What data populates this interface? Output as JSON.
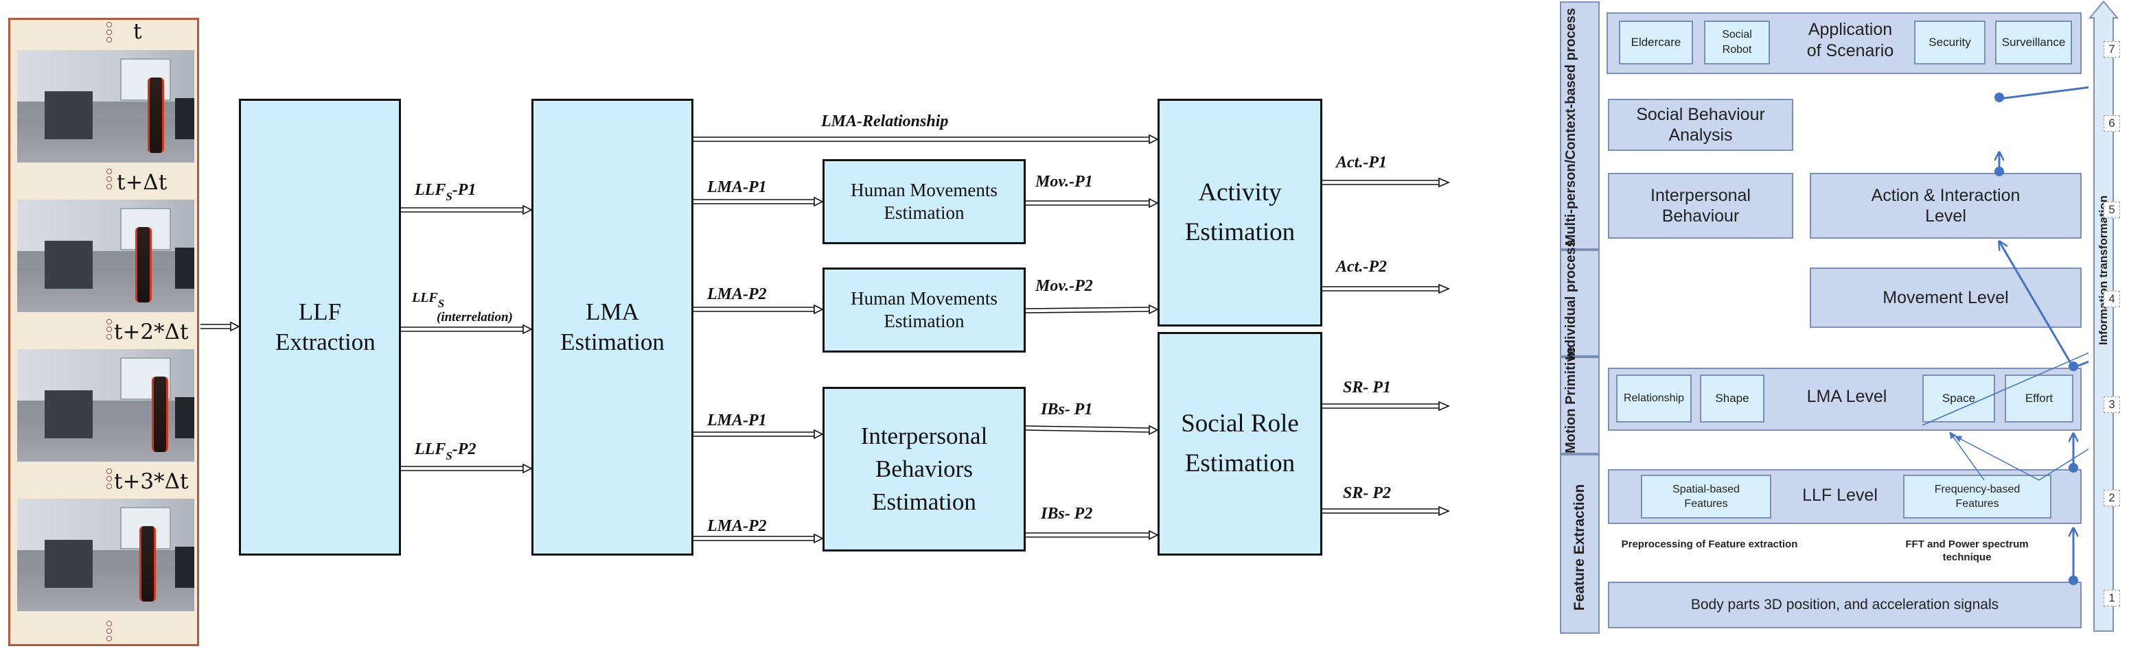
{
  "left_diagram": {
    "time_labels": [
      "t",
      "t+Δt",
      "t+2*Δt",
      "t+3*Δt"
    ],
    "blocks": {
      "llf_extraction": "LLF Extraction",
      "lma_estimation": "LMA Estimation",
      "hme1": "Human Movements Estimation",
      "hme2": "Human Movements Estimation",
      "ibe": "Interpersonal Behaviors Estimation",
      "activity": "Activity Estimation",
      "social_role": "Social Role Estimation"
    },
    "edges": {
      "llfs_p1": "LLF",
      "llfs_p1_sub": "S",
      "llfs_p1_tail": "-P1",
      "llfs_inter": "LLF",
      "llfs_inter_sub": "S",
      "llfs_inter_tail": "(interrelation)",
      "llfs_p2": "LLF",
      "llfs_p2_sub": "S",
      "llfs_p2_tail": "-P2",
      "lma_relationship": "LMA-Relationship",
      "lma_p1_a": "LMA-P1",
      "lma_p2_a": "LMA-P2",
      "lma_p1_b": "LMA-P1",
      "lma_p2_b": "LMA-P2",
      "mov_p1": "Mov.-P1",
      "mov_p2": "Mov.-P2",
      "ibs_p1": "IBs- P1",
      "ibs_p2": "IBs- P2",
      "act_p1": "Act.-P1",
      "act_p2": "Act.-P2",
      "sr_p1": "SR- P1",
      "sr_p2": "SR- P2"
    }
  },
  "right_diagram": {
    "side_labels": {
      "multi": "Multi-person/Context-based process",
      "individual": "Individual process",
      "motion": "Motion Primitive",
      "feature": "Feature Extraction"
    },
    "info_transformation": "Information transformation",
    "level_numbers": [
      "7",
      "6",
      "5",
      "4",
      "3",
      "2",
      "1"
    ],
    "application": {
      "title_line1": "Application",
      "title_line2": "of Scenario",
      "items": [
        "Eldercare",
        "Social Robot",
        "Security",
        "Surveillance"
      ]
    },
    "social_behaviour_analysis": "Social Behaviour Analysis",
    "interpersonal_behaviour": "Interpersonal Behaviour",
    "action_interaction": "Action & Interaction Level",
    "movement_level": "Movement Level",
    "lma_level": {
      "title": "LMA Level",
      "items": [
        "Relationship",
        "Shape",
        "Space",
        "Effort"
      ]
    },
    "llf_level": {
      "title": "LLF Level",
      "spatial": "Spatial-based Features",
      "frequency": "Frequency-based Features"
    },
    "preprocessing_note": "Preprocessing of Feature extraction",
    "fft_note": "FFT and Power spectrum technique",
    "body_parts": "Body parts 3D position, and acceleration signals"
  },
  "colors": {
    "block_fill": "#cdeefc",
    "right_box_fill": "#c9d6ee",
    "right_inner_fill": "#d7f0fb",
    "arrow_blue": "#4472c4",
    "frame_border": "#b4583a"
  }
}
